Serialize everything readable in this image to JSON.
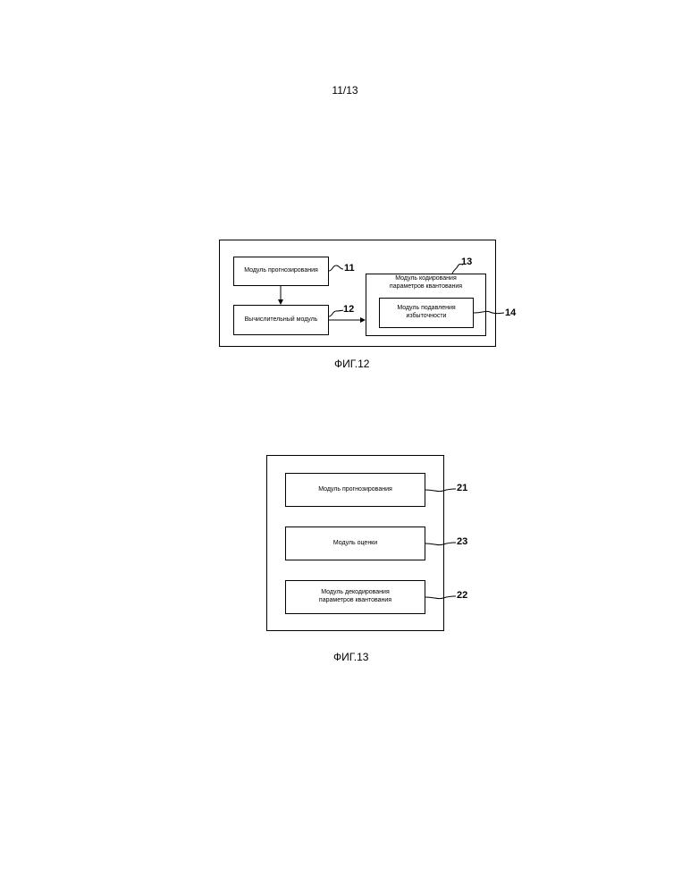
{
  "page_number": "11/13",
  "fig12": {
    "caption": "ФИГ.12",
    "prediction_module": {
      "label": "Модуль прогнозирования",
      "ref": "11"
    },
    "compute_module": {
      "label": "Вычислительный модуль",
      "ref": "12"
    },
    "coding_module": {
      "label": "Модуль кодирования\nпараметров квантования",
      "ref": "13"
    },
    "redundancy_module": {
      "label": "Модуль подавления\nизбыточности",
      "ref": "14"
    }
  },
  "fig13": {
    "caption": "ФИГ.13",
    "prediction_module": {
      "label": "Модуль прогнозирования",
      "ref": "21"
    },
    "estimation_module": {
      "label": "Модуль оценки",
      "ref": "23"
    },
    "decoding_module": {
      "label": "Модуль декодирования\nпараметров квантования",
      "ref": "22"
    }
  }
}
